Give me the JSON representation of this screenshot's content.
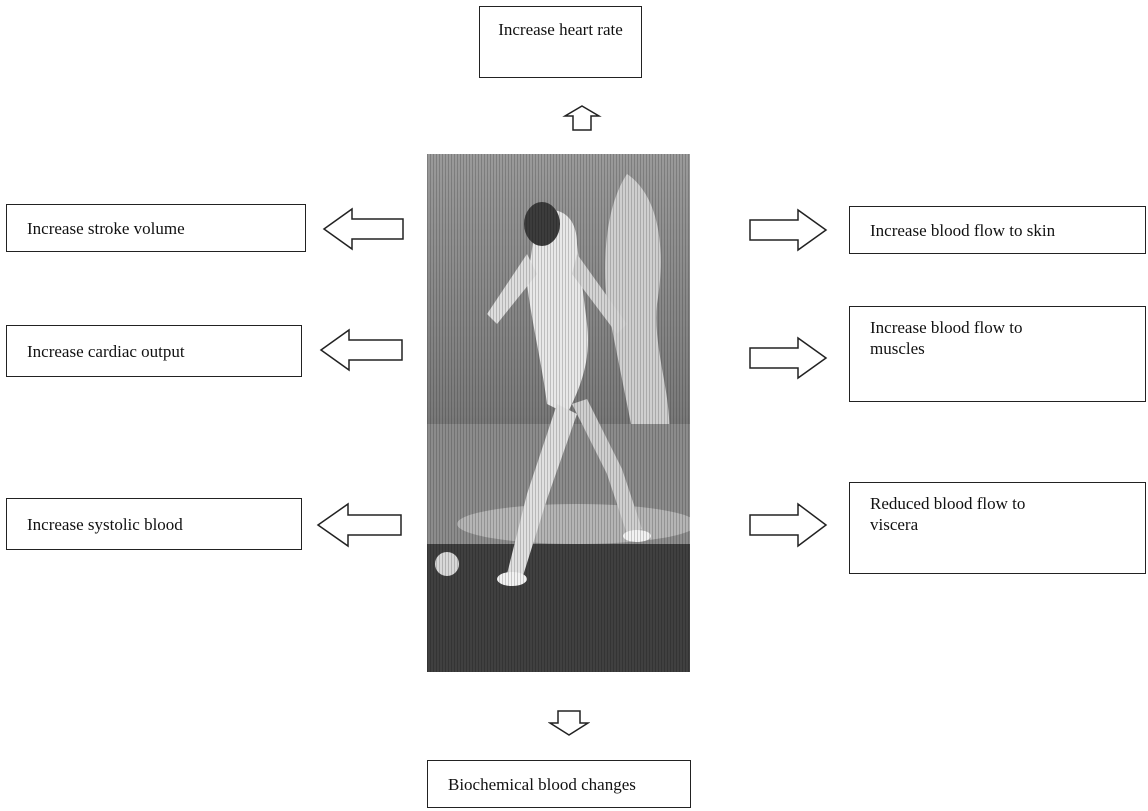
{
  "top": {
    "label": "Increase heart rate"
  },
  "bottom": {
    "label": "Biochemical blood changes"
  },
  "left": [
    {
      "label": "Increase stroke volume"
    },
    {
      "label": "Increase cardiac output"
    },
    {
      "label": "Increase systolic blood"
    }
  ],
  "right": [
    {
      "label": "Increase blood flow to skin"
    },
    {
      "label": "Increase blood flow to muscles"
    },
    {
      "label": "Reduced blood flow to viscera"
    }
  ],
  "photo": {
    "subject": "runner photograph (grayscale halftone)"
  }
}
